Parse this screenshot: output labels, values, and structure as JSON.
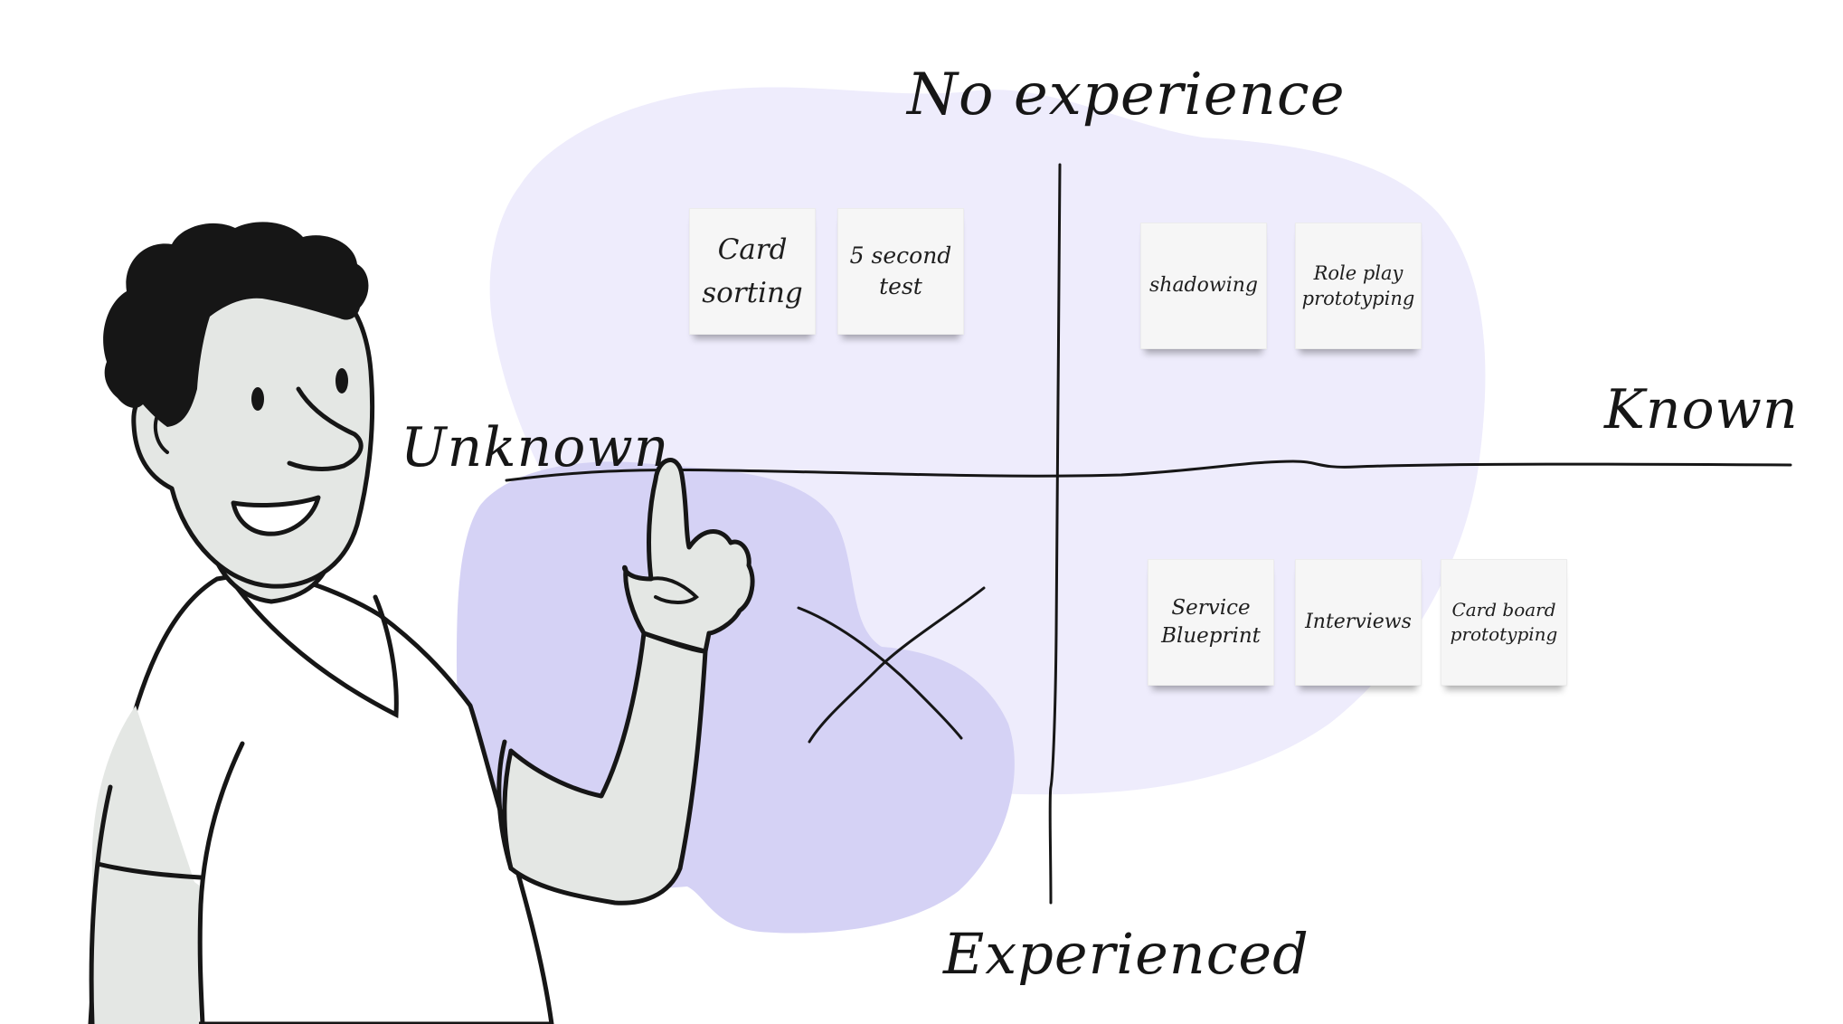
{
  "colors": {
    "blob_light": "#eeecfc",
    "blob_dark": "#d5d2f5",
    "ink": "#161616",
    "skin": "#e4e7e4",
    "note": "#f6f6f6"
  },
  "axes": {
    "top": "No experience",
    "bottom": "Experienced",
    "left": "Unknown",
    "right": "Known"
  },
  "quadrants": {
    "top_left": {
      "notes": [
        "Card sorting",
        "5 second test"
      ]
    },
    "top_right": {
      "notes": [
        "shadowing",
        "Role play prototyping"
      ]
    },
    "bottom_left": {
      "notes": [],
      "mark": "x-icon"
    },
    "bottom_right": {
      "notes": [
        "Service Blueprint",
        "Interviews",
        "Card board prototyping"
      ]
    }
  },
  "illustration": {
    "icon": "pointing-person-icon"
  }
}
